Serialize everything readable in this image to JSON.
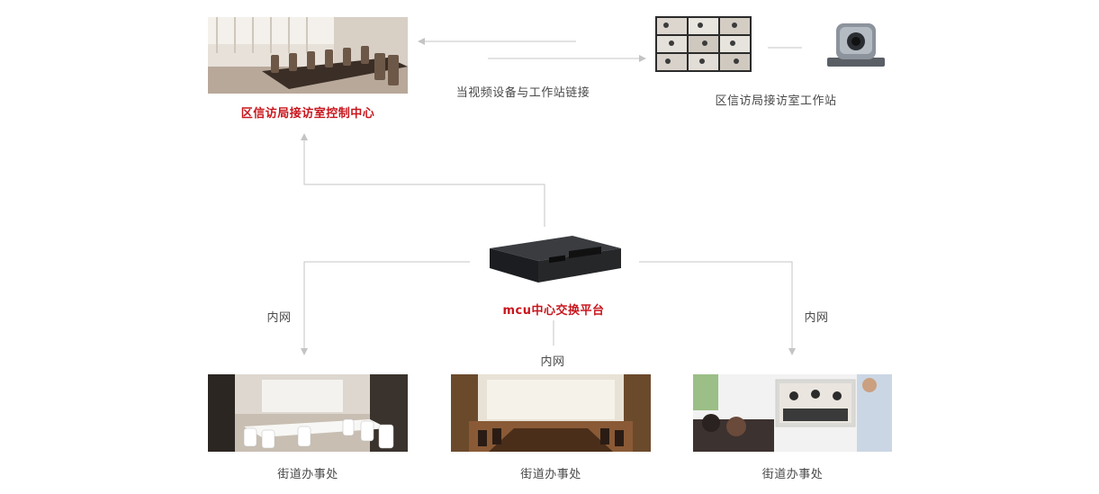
{
  "control_center": {
    "label": "区信访局接访室控制中心"
  },
  "workstation": {
    "label": "区信访局接访室工作站"
  },
  "link_label": "当视频设备与工作站链接",
  "mcu": {
    "label": "mcu中心交换平台"
  },
  "branches": [
    {
      "label": "街道办事处",
      "network": "内网"
    },
    {
      "label": "街道办事处",
      "network": "内网"
    },
    {
      "label": "街道办事处",
      "network": "内网"
    }
  ],
  "colors": {
    "accent_red": "#c8161d",
    "text_gray": "#4a4a4a",
    "line_gray": "#c4c4c4"
  }
}
